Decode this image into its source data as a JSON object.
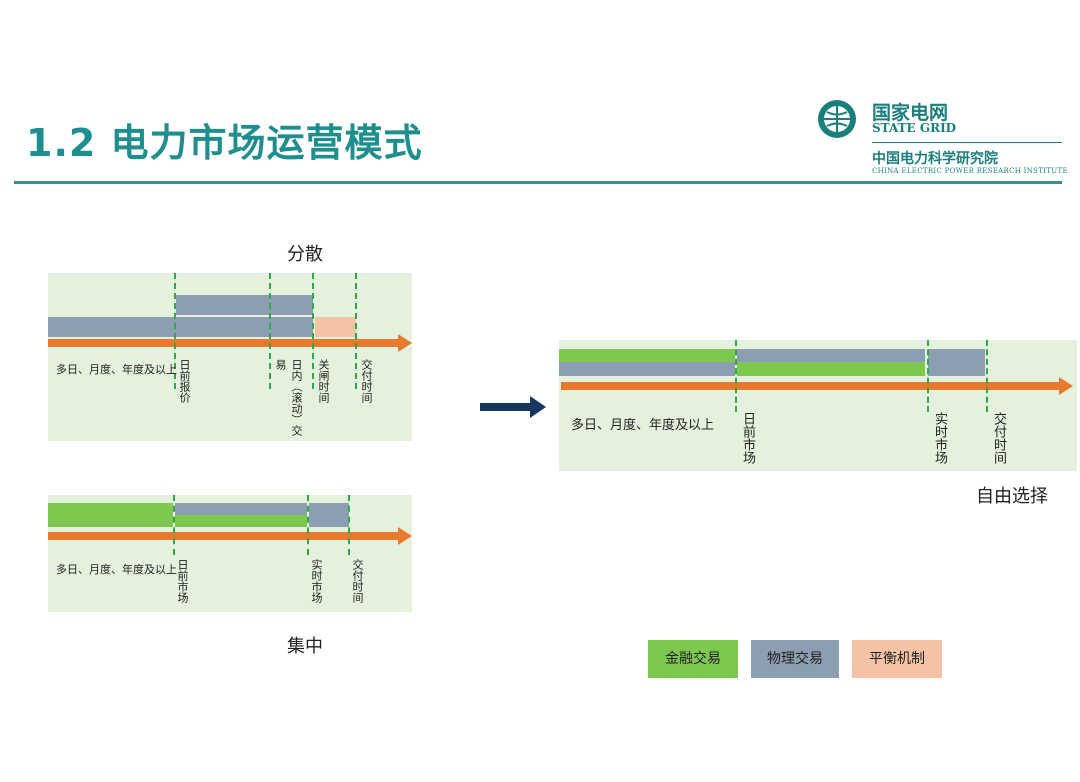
{
  "header": {
    "title": "1.2 电力市场运营模式",
    "logo": {
      "name_cn": "国家电网",
      "name_en": "STATE GRID",
      "institute_cn": "中国电力科学研究院",
      "institute_en": "CHINA ELECTRIC POWER RESEARCH INSTITUTE"
    }
  },
  "diagrams": {
    "decentralized": {
      "caption": "分散",
      "period_label": "多日、月度、年度及以上",
      "markers": [
        "日前报价",
        "日内（滚动）交易",
        "关闸时间",
        "交付时间"
      ]
    },
    "centralized": {
      "caption": "集中",
      "period_label": "多日、月度、年度及以上",
      "markers": [
        "日前市场",
        "实时市场",
        "交付时间"
      ]
    },
    "free_choice": {
      "caption": "自由选择",
      "period_label": "多日、月度、年度及以上",
      "markers": [
        "日前市场",
        "实时市场",
        "交付时间"
      ]
    }
  },
  "legend": [
    {
      "label": "金融交易",
      "color": "#7ec850"
    },
    {
      "label": "物理交易",
      "color": "#8c9fb2"
    },
    {
      "label": "平衡机制",
      "color": "#f4c2a4"
    }
  ],
  "colors": {
    "financial": "#7ec850",
    "physical": "#8c9fb2",
    "balancing": "#f4c2a4",
    "timeline": "#e8792e",
    "panel": "#e4f1dc",
    "title": "#1e8f8e"
  }
}
